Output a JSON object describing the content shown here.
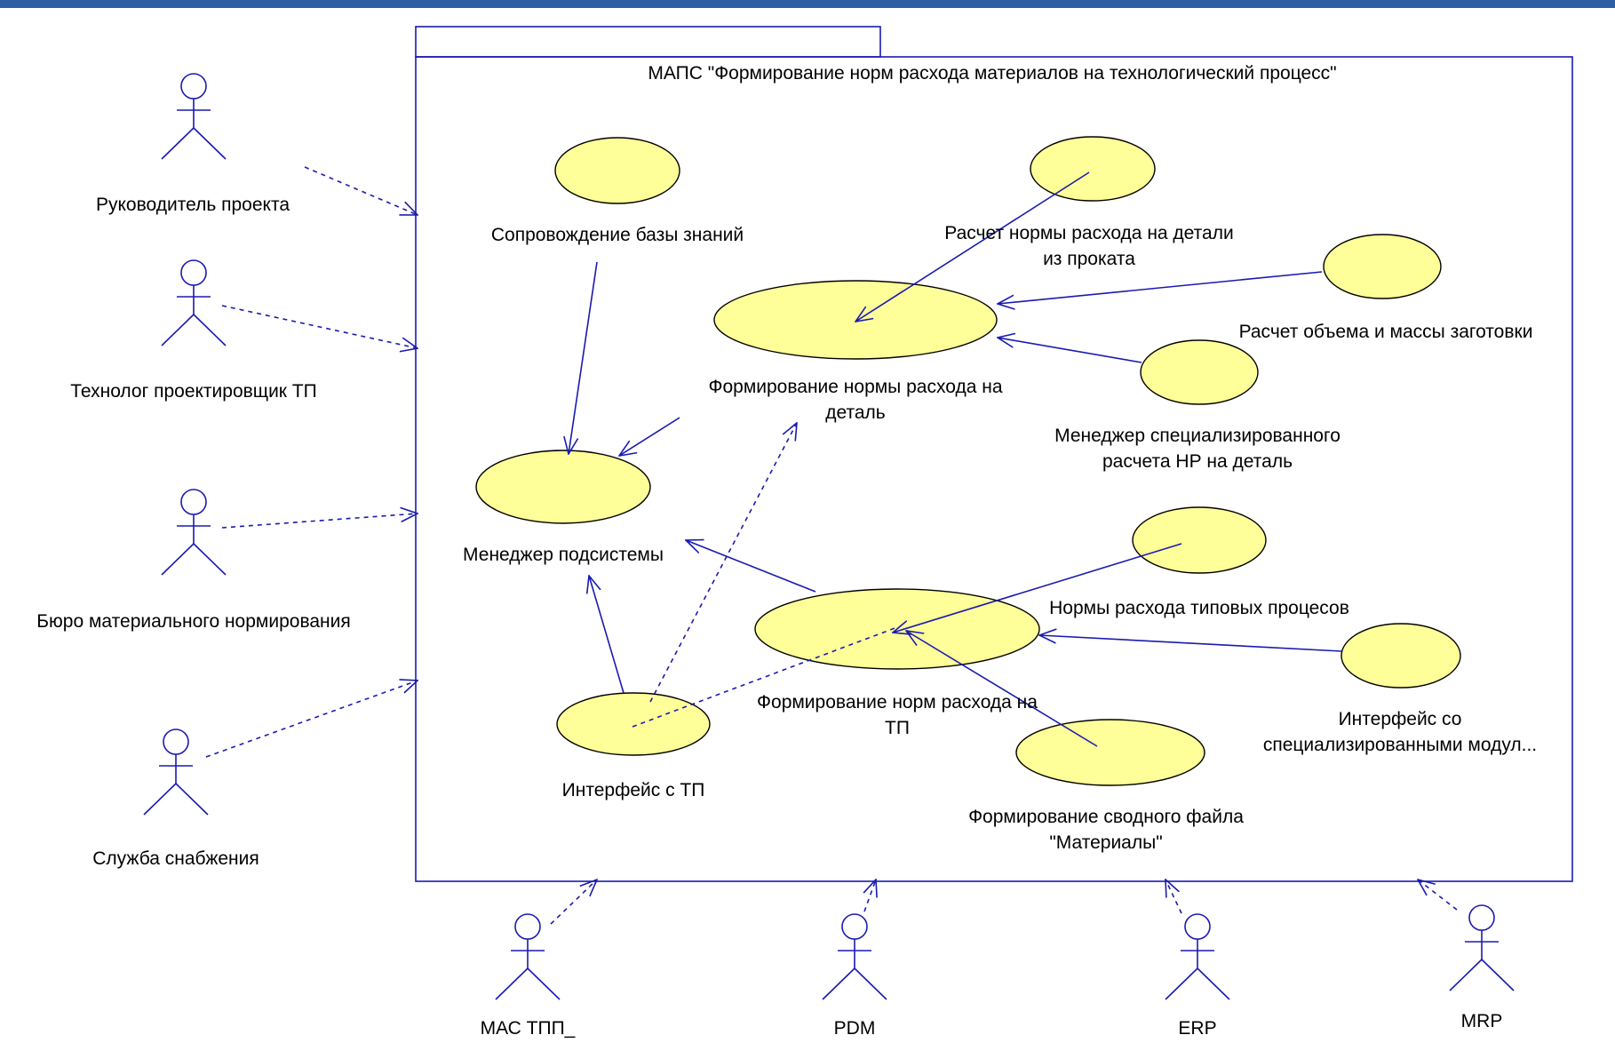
{
  "diagram": {
    "title": "МАПС \"Формирование норм расхода материалов на технологический процесс\"",
    "colors": {
      "line": "#1a1ab0",
      "usecase_fill": "#ffff99",
      "usecase_stroke": "#000000",
      "header_bar": "#2b5fa3"
    },
    "actors": {
      "rukovoditel": "Руководитель проекта",
      "tekhnolog": "Технолог проектировщик ТП",
      "byuro": "Бюро материального нормирования",
      "sluzhba": "Служба снабжения",
      "mas_tpp": "МАС ТПП_",
      "pdm": "PDM",
      "erp": "ERP",
      "mrp": "MRP"
    },
    "usecases": {
      "soprovozhdenie": "Сопровождение базы знаний",
      "menedzher_podsistemy": "Менеджер подсистемы",
      "formirovanie_normy_detal": [
        "Формирование нормы расхода на",
        "деталь"
      ],
      "raschet_prokat": [
        "Расчет нормы расхода на детали",
        "из проката"
      ],
      "raschet_obema": "Расчет объема и массы заготовки",
      "menedzher_spec": [
        "Менеджер специализированного",
        "расчета НР на деталь"
      ],
      "normy_tipovykh": "Нормы расхода типовых процесов",
      "formirovanie_norm_tp": [
        "Формирование норм расхода на",
        "ТП"
      ],
      "interfeis_tp": "Интерфейс с ТП",
      "interfeis_spec": [
        "Интерфейс со",
        "специализированными модул..."
      ],
      "svodnyi_fail": [
        "Формирование сводного файла",
        "\"Материалы\""
      ]
    }
  }
}
